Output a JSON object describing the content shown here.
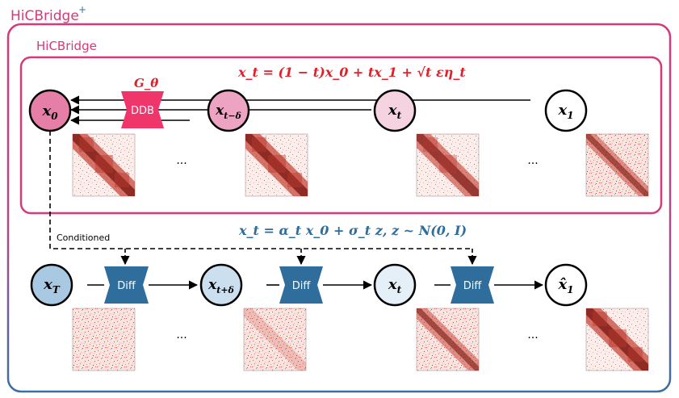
{
  "colors": {
    "pink": "#d63a78",
    "outer_gradient_bottom": "#3a6fa3",
    "red_formula": "#e0202a",
    "blue": "#2e6d9c",
    "ddb": "#f0356b"
  },
  "title": "HiCBridge",
  "title_sup": "+",
  "inner_label": "HiCBridge",
  "top_formula": "x_t = (1 − t)x_0 + tx_1 + √t εη_t",
  "g_theta": "G_θ",
  "ddb_label": "DDB",
  "diff_label": "Diff",
  "conditioned_label": "Conditioned",
  "bottom_formula": "x_t = α_t x_0 + σ_t z,   z ~ N(0, I)",
  "ellipsis": "···",
  "top_nodes": [
    {
      "base": "x",
      "sub": "0",
      "fill": "#e67fa8"
    },
    {
      "base": "x",
      "sub": "t−δ",
      "fill": "#eda3c2"
    },
    {
      "base": "x",
      "sub": "t",
      "fill": "#f6d3e0"
    },
    {
      "base": "x",
      "sub": "1",
      "fill": "#ffffff"
    }
  ],
  "bottom_nodes": [
    {
      "base": "x",
      "sub": "T",
      "fill": "#a8c9e1"
    },
    {
      "base": "x",
      "sub": "t+δ",
      "fill": "#cbdfee"
    },
    {
      "base": "x",
      "sub": "t",
      "fill": "#e4eff7"
    },
    {
      "base": "x̂",
      "sub": "1",
      "fill": "#ffffff"
    }
  ]
}
